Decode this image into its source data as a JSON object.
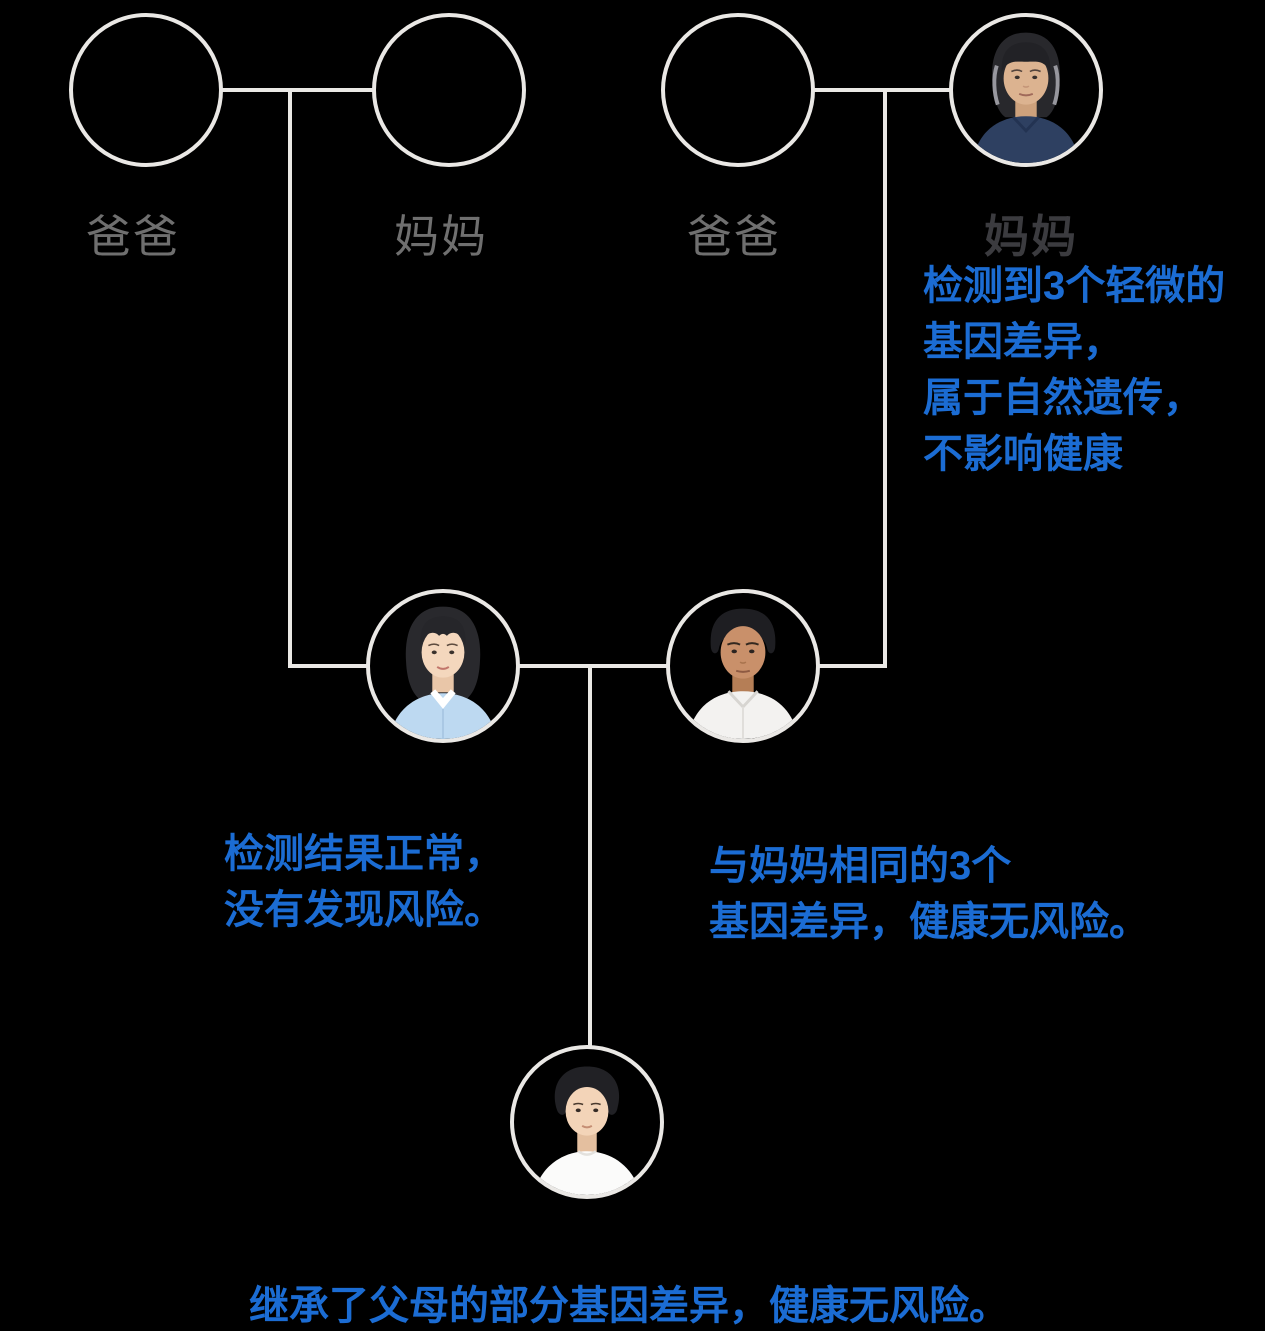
{
  "colors": {
    "background": "#000000",
    "line": "#EAE8E5",
    "label_gray": "#6F6F6F",
    "label_dark": "#3B3B3F",
    "note_blue": "#1B6CD3"
  },
  "diagram_type": "family-pedigree-tree",
  "people": {
    "maternal_grandfather": {
      "label": "爸爸",
      "has_photo": false
    },
    "maternal_grandmother": {
      "label": "妈妈",
      "has_photo": false
    },
    "paternal_grandfather": {
      "label": "爸爸",
      "has_photo": false
    },
    "paternal_grandmother": {
      "label": "妈妈",
      "has_photo": true,
      "photo_desc": "elderly-woman-bob-hair-navy-shirt",
      "note_lines": [
        "检测到3个轻微的",
        "基因差异，",
        "属于自然遗传，",
        "不影响健康"
      ]
    },
    "mother": {
      "has_photo": true,
      "photo_desc": "young-woman-light-blue-shirt",
      "note_lines": [
        "检测结果正常，",
        "没有发现风险。"
      ]
    },
    "father": {
      "has_photo": true,
      "photo_desc": "middle-aged-man-white-shirt",
      "note_lines": [
        "与妈妈相同的3个",
        "基因差异，健康无风险。"
      ]
    },
    "child": {
      "has_photo": true,
      "photo_desc": "young-boy-white-tshirt",
      "note_lines": [
        "继承了父母的部分基因差异，健康无风险。"
      ]
    }
  }
}
